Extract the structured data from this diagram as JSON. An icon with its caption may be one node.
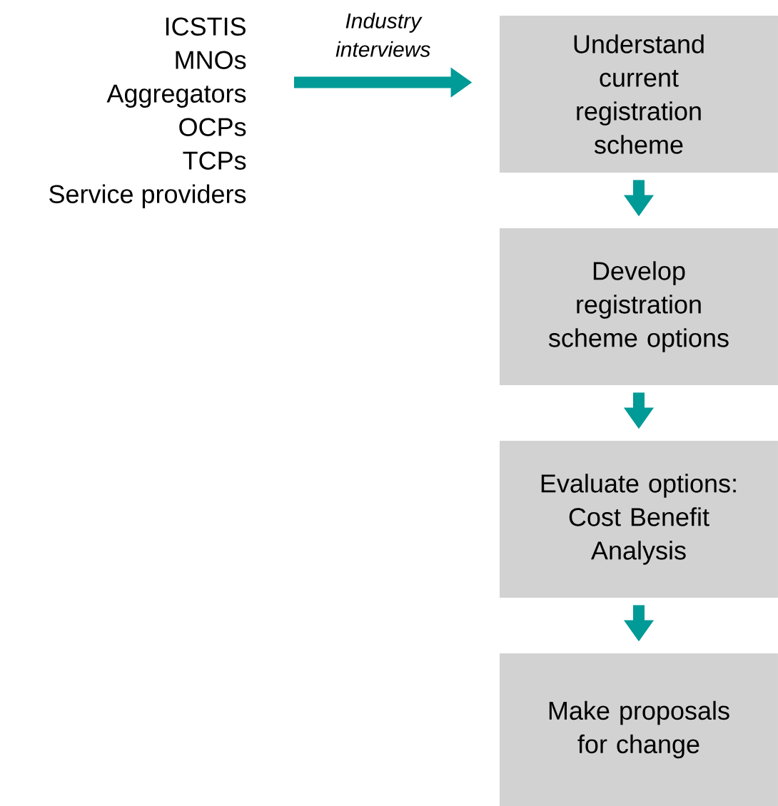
{
  "diagram": {
    "nodes": [
      {
        "text": [
          "ICSTIS",
          "MNOs",
          "Aggregators",
          "OCPs",
          "TCPs",
          "Service providers"
        ]
      },
      {
        "text": [
          "Understand current registration scheme"
        ]
      },
      {
        "text": [
          "Develop registration scheme options"
        ]
      },
      {
        "text": [
          "Evaluate options: Cost Benefit Analysis"
        ]
      },
      {
        "text": [
          "Make proposals for change"
        ]
      }
    ],
    "edges": [
      {
        "from": 0,
        "to": 1,
        "arrow": "to",
        "label": "Industry interviews"
      },
      {
        "from": 1,
        "to": 2,
        "arrow": "to"
      },
      {
        "from": 2,
        "to": 3,
        "arrow": "to"
      },
      {
        "from": 3,
        "to": 4,
        "arrow": "to"
      }
    ]
  }
}
